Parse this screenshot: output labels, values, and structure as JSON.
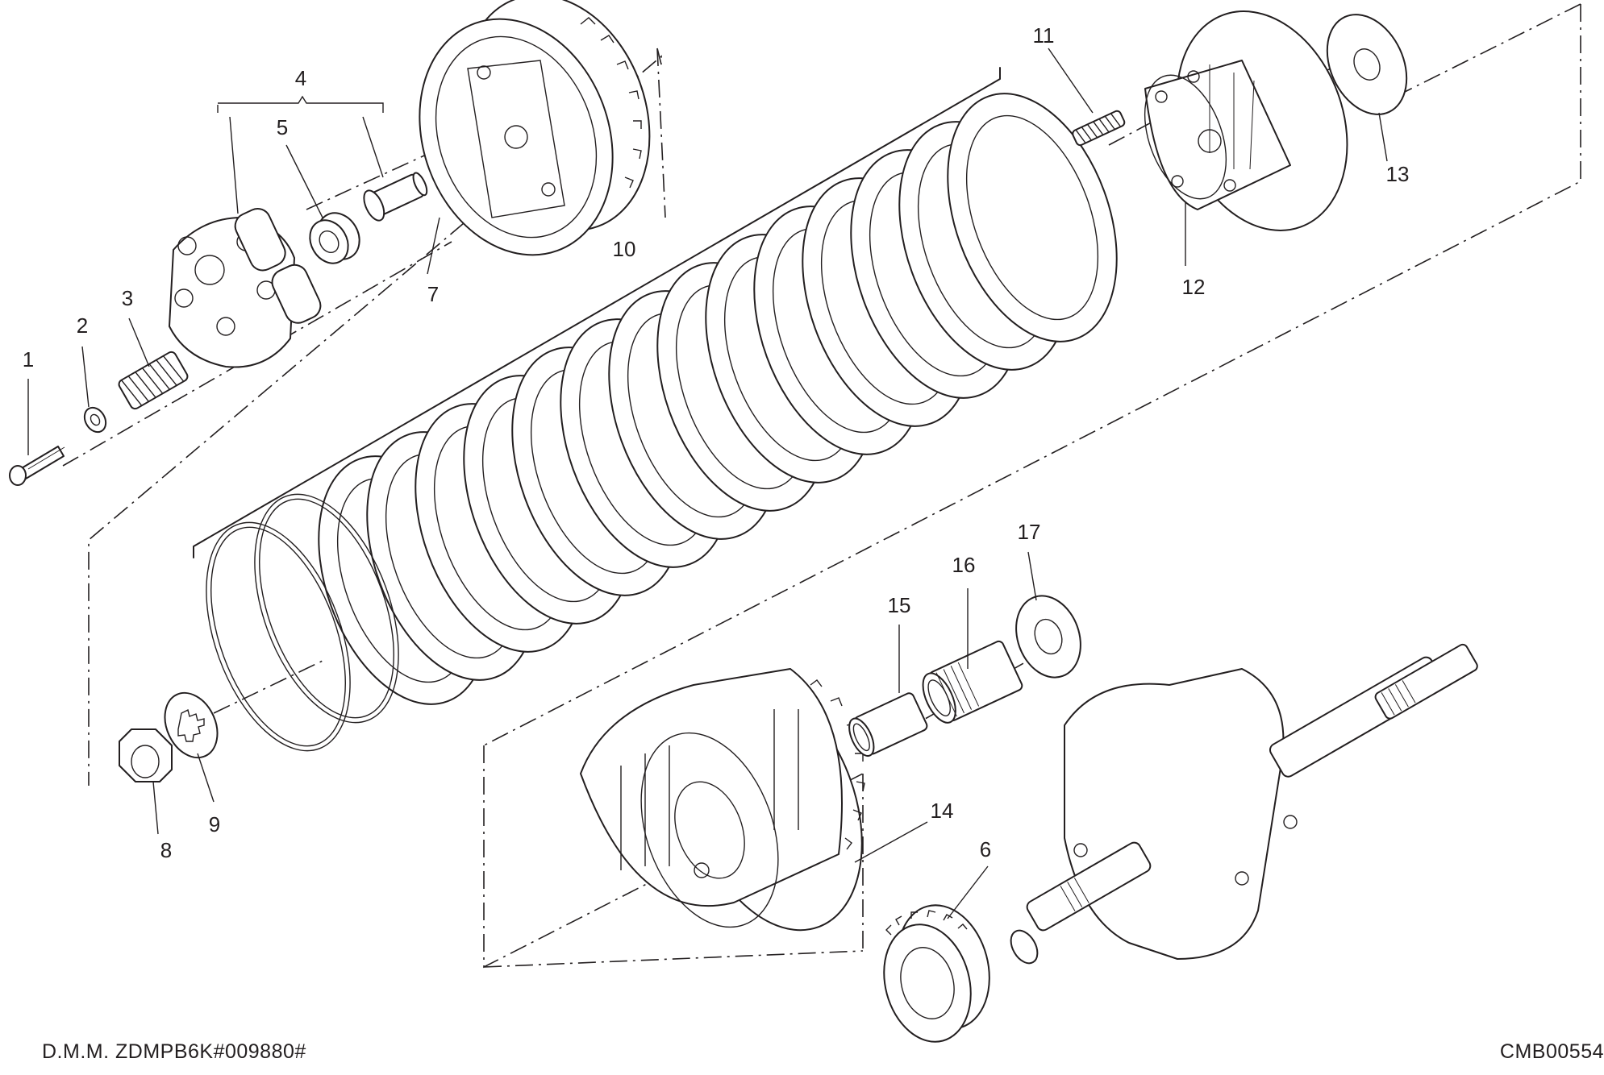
{
  "callouts": [
    {
      "id": "1",
      "label": "1"
    },
    {
      "id": "2",
      "label": "2"
    },
    {
      "id": "3",
      "label": "3"
    },
    {
      "id": "4",
      "label": "4"
    },
    {
      "id": "5",
      "label": "5"
    },
    {
      "id": "6",
      "label": "6"
    },
    {
      "id": "7",
      "label": "7"
    },
    {
      "id": "8",
      "label": "8"
    },
    {
      "id": "9",
      "label": "9"
    },
    {
      "id": "10",
      "label": "10"
    },
    {
      "id": "11",
      "label": "11"
    },
    {
      "id": "12",
      "label": "12"
    },
    {
      "id": "13",
      "label": "13"
    },
    {
      "id": "14",
      "label": "14"
    },
    {
      "id": "15",
      "label": "15"
    },
    {
      "id": "16",
      "label": "16"
    },
    {
      "id": "17",
      "label": "17"
    }
  ],
  "footer": {
    "doc_code": "D.M.M. ZDMPB6K#009880#",
    "drawing_code": "CMB00554"
  }
}
